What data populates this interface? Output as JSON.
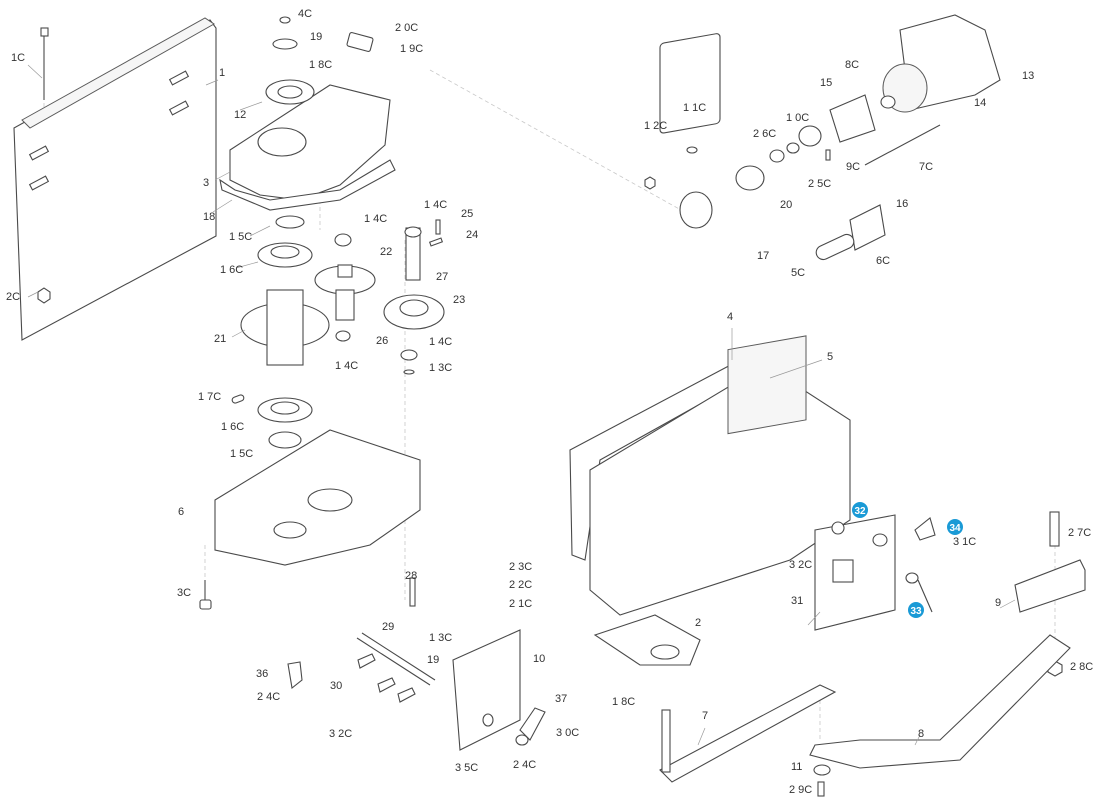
{
  "diagram": {
    "type": "exploded-parts-diagram",
    "badge_color": "#1a9ad6",
    "labels": [
      {
        "id": "1C",
        "text": "1C"
      },
      {
        "id": "1",
        "text": "1"
      },
      {
        "id": "2C",
        "text": "2C"
      },
      {
        "id": "4C",
        "text": "4C"
      },
      {
        "id": "19a",
        "text": "19"
      },
      {
        "id": "20C",
        "text": "2 0C"
      },
      {
        "id": "19C",
        "text": "1 9C"
      },
      {
        "id": "18C",
        "text": "1 8C"
      },
      {
        "id": "12",
        "text": "12"
      },
      {
        "id": "3",
        "text": "3"
      },
      {
        "id": "18",
        "text": "18"
      },
      {
        "id": "15Ca",
        "text": "1 5C"
      },
      {
        "id": "16Ca",
        "text": "1 6C"
      },
      {
        "id": "14Ca",
        "text": "1 4C"
      },
      {
        "id": "14Cb",
        "text": "1 4C"
      },
      {
        "id": "25",
        "text": "25"
      },
      {
        "id": "24",
        "text": "24"
      },
      {
        "id": "22",
        "text": "22"
      },
      {
        "id": "27",
        "text": "27"
      },
      {
        "id": "23",
        "text": "23"
      },
      {
        "id": "21",
        "text": "21"
      },
      {
        "id": "26",
        "text": "26"
      },
      {
        "id": "14Cc",
        "text": "1 4C"
      },
      {
        "id": "14Cd",
        "text": "1 4C"
      },
      {
        "id": "13C",
        "text": "1 3C"
      },
      {
        "id": "17C",
        "text": "1 7C"
      },
      {
        "id": "16Cb",
        "text": "1 6C"
      },
      {
        "id": "15Cb",
        "text": "1 5C"
      },
      {
        "id": "6",
        "text": "6"
      },
      {
        "id": "3C",
        "text": "3C"
      },
      {
        "id": "28",
        "text": "28"
      },
      {
        "id": "23C",
        "text": "2 3C"
      },
      {
        "id": "22C",
        "text": "2 2C"
      },
      {
        "id": "21C",
        "text": "2 1C"
      },
      {
        "id": "29",
        "text": "29"
      },
      {
        "id": "13Cb",
        "text": "1 3C"
      },
      {
        "id": "19b",
        "text": "19"
      },
      {
        "id": "10",
        "text": "10"
      },
      {
        "id": "36",
        "text": "36"
      },
      {
        "id": "30",
        "text": "30"
      },
      {
        "id": "24Ca",
        "text": "2 4C"
      },
      {
        "id": "32Ca",
        "text": "3 2C"
      },
      {
        "id": "37",
        "text": "37"
      },
      {
        "id": "30C",
        "text": "3 0C"
      },
      {
        "id": "35C",
        "text": "3 5C"
      },
      {
        "id": "24Cb",
        "text": "2 4C"
      },
      {
        "id": "8C",
        "text": "8C"
      },
      {
        "id": "13",
        "text": "13"
      },
      {
        "id": "15",
        "text": "15"
      },
      {
        "id": "14",
        "text": "14"
      },
      {
        "id": "11C",
        "text": "1 1C"
      },
      {
        "id": "12C",
        "text": "1 2C"
      },
      {
        "id": "10C",
        "text": "1 0C"
      },
      {
        "id": "26C",
        "text": "2 6C"
      },
      {
        "id": "9C",
        "text": "9C"
      },
      {
        "id": "7C",
        "text": "7C"
      },
      {
        "id": "25C",
        "text": "2 5C"
      },
      {
        "id": "20",
        "text": "20"
      },
      {
        "id": "16",
        "text": "16"
      },
      {
        "id": "17",
        "text": "17"
      },
      {
        "id": "6C",
        "text": "6C"
      },
      {
        "id": "5C",
        "text": "5C"
      },
      {
        "id": "4",
        "text": "4"
      },
      {
        "id": "5",
        "text": "5"
      },
      {
        "id": "32Cb",
        "text": "3 2C"
      },
      {
        "id": "31",
        "text": "31"
      },
      {
        "id": "31C",
        "text": "3 1C"
      },
      {
        "id": "2",
        "text": "2"
      },
      {
        "id": "18Cb",
        "text": "1 8C"
      },
      {
        "id": "27C",
        "text": "2 7C"
      },
      {
        "id": "9",
        "text": "9"
      },
      {
        "id": "28C",
        "text": "2 8C"
      },
      {
        "id": "7",
        "text": "7"
      },
      {
        "id": "8",
        "text": "8"
      },
      {
        "id": "11",
        "text": "11"
      },
      {
        "id": "29C",
        "text": "2 9C"
      }
    ],
    "badges": [
      {
        "id": "32",
        "text": "32"
      },
      {
        "id": "33",
        "text": "33"
      },
      {
        "id": "34",
        "text": "34"
      }
    ]
  }
}
